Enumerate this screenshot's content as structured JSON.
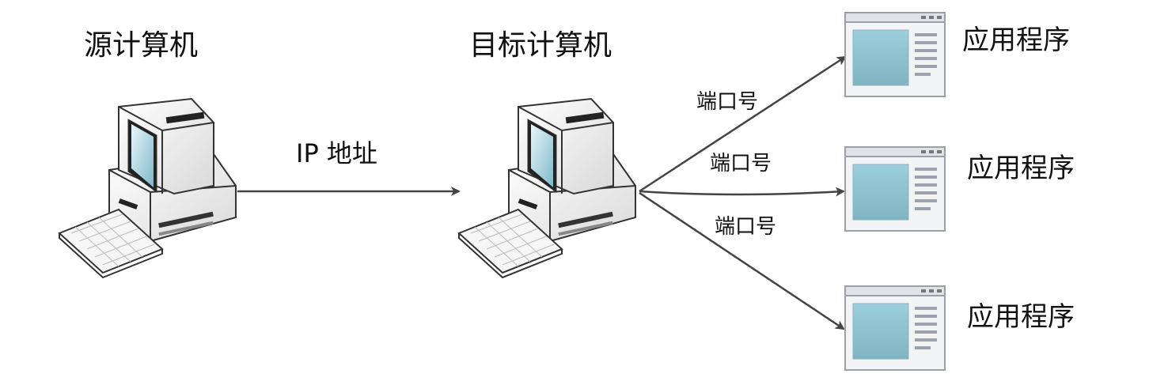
{
  "diagram": {
    "source_computer": {
      "label": "源计算机"
    },
    "target_computer": {
      "label": "目标计算机"
    },
    "link": {
      "label": "IP 地址"
    },
    "ports": [
      {
        "label": "端口号"
      },
      {
        "label": "端口号"
      },
      {
        "label": "端口号"
      }
    ],
    "applications": [
      {
        "label": "应用程序"
      },
      {
        "label": "应用程序"
      },
      {
        "label": "应用程序"
      }
    ],
    "colors": {
      "arrow": "#444444",
      "screen": "#8fc3cf",
      "window_frame": "#b8bcc4",
      "computer_body": "#f4f4f4",
      "outline": "#333333"
    },
    "icons": {
      "computer": "desktop-computer-icon",
      "application": "application-window-icon"
    }
  }
}
